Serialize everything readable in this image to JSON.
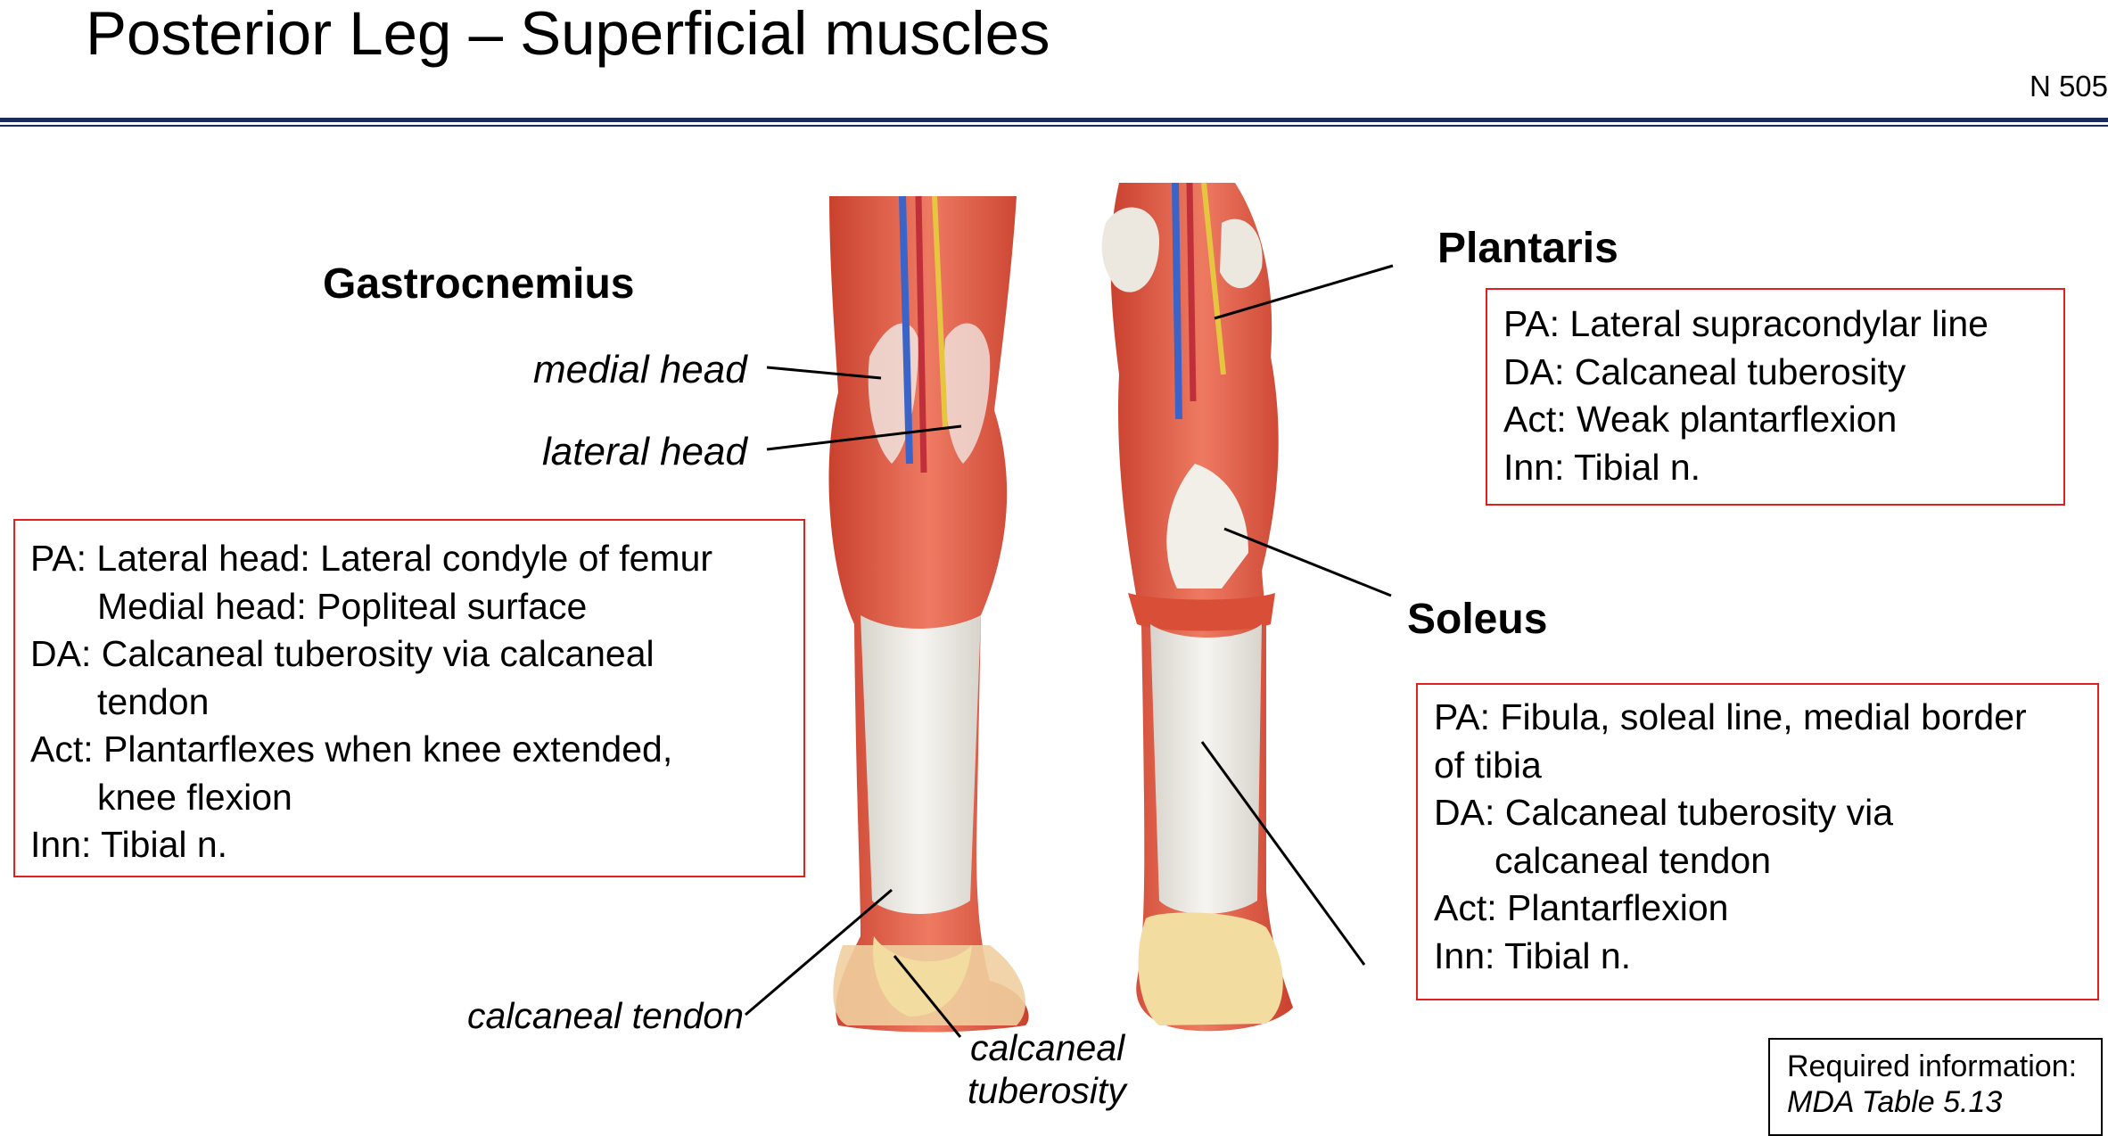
{
  "title": "Posterior Leg – Superficial muscles",
  "slide_ref": "N 505",
  "gastrocnemius": {
    "heading": "Gastrocnemius",
    "medial_head_label": "medial head",
    "lateral_head_label": "lateral head",
    "info": {
      "pa_1": "PA: Lateral head: Lateral condyle of femur",
      "pa_2": "Medial head: Popliteal surface",
      "da_1": "DA: Calcaneal tuberosity via calcaneal",
      "da_2": "tendon",
      "act_1": "Act: Plantarflexes when knee extended,",
      "act_2": "knee flexion",
      "inn": "Inn: Tibial n."
    }
  },
  "plantaris": {
    "heading": "Plantaris",
    "info": {
      "pa": "PA: Lateral supracondylar line",
      "da": "DA: Calcaneal tuberosity",
      "act": "Act: Weak plantarflexion",
      "inn": "Inn: Tibial n."
    }
  },
  "soleus": {
    "heading": "Soleus",
    "info": {
      "pa_1": "PA: Fibula, soleal line, medial border",
      "pa_2": "of tibia",
      "da_1": "DA: Calcaneal tuberosity via",
      "da_2": "calcaneal tendon",
      "act": "Act: Plantarflexion",
      "inn": "Inn: Tibial n."
    }
  },
  "callouts": {
    "calcaneal_tendon": "calcaneal tendon",
    "calcaneal_tuberosity_1": "calcaneal",
    "calcaneal_tuberosity_2": "tuberosity"
  },
  "required_info": {
    "line1": "Required information:",
    "line2": "MDA Table 5.13"
  },
  "colors": {
    "box_border": "#e0201e",
    "rule": "#1b2a5a",
    "muscle": "#e0604a",
    "tendon": "#ebe9e3",
    "bone": "#f2dca0"
  }
}
